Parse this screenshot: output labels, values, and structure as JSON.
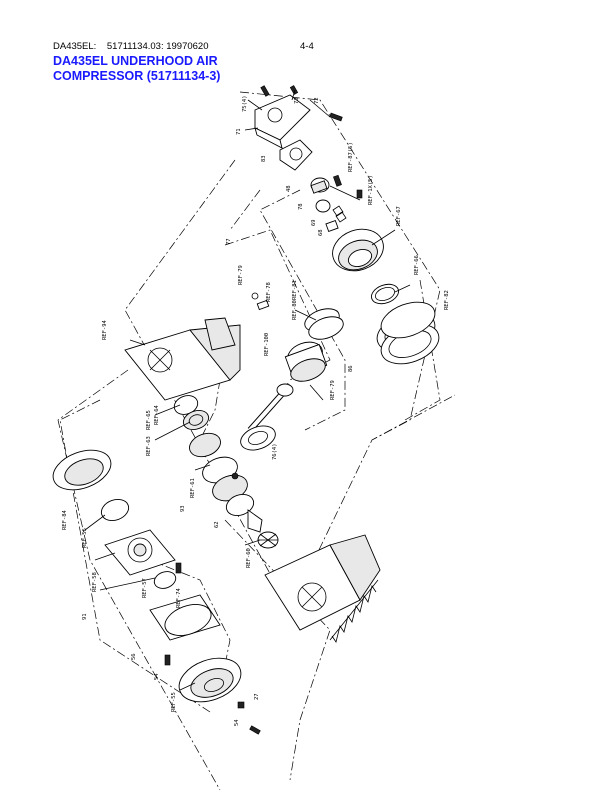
{
  "header": {
    "model": "DA435EL:",
    "doc_ref": "51711134.03: 19970620",
    "page": "4-4"
  },
  "title": {
    "line1": "DA435EL UNDERHOOD AIR",
    "line2": "COMPRESSOR (51711134-3)"
  },
  "callouts": {
    "c1": "75(4)",
    "c2": "73",
    "c3": "72",
    "c4": "71",
    "c5": "83",
    "c6": "REF-87(5)",
    "c7": "48",
    "c8": "78",
    "c9": "REF-1X(5)",
    "c10": "69",
    "c11": "68",
    "c12": "REF-67",
    "c13": "77",
    "c14": "REF-79",
    "c15": "REF-78",
    "c16": "REF-81",
    "c17": "REF-80",
    "c18": "REF-66",
    "c19": "REF-82",
    "c20": "REF-94",
    "c21": "REF-100",
    "c22": "86",
    "c23": "REF-79",
    "c24": "REF-65",
    "c25": "REF-64",
    "c26": "REF-63",
    "c27": "76(4)",
    "c28": "REF-61",
    "c29": "93",
    "c30": "62",
    "c31": "REF-84",
    "c32": "REF-56",
    "c33": "REF-60",
    "c34": "REF-58",
    "c35": "REF-57",
    "c36": "91",
    "c37": "REF-74",
    "c38": "56",
    "c39": "54",
    "c40": "REF-55",
    "c41": "27",
    "c42": "54"
  }
}
